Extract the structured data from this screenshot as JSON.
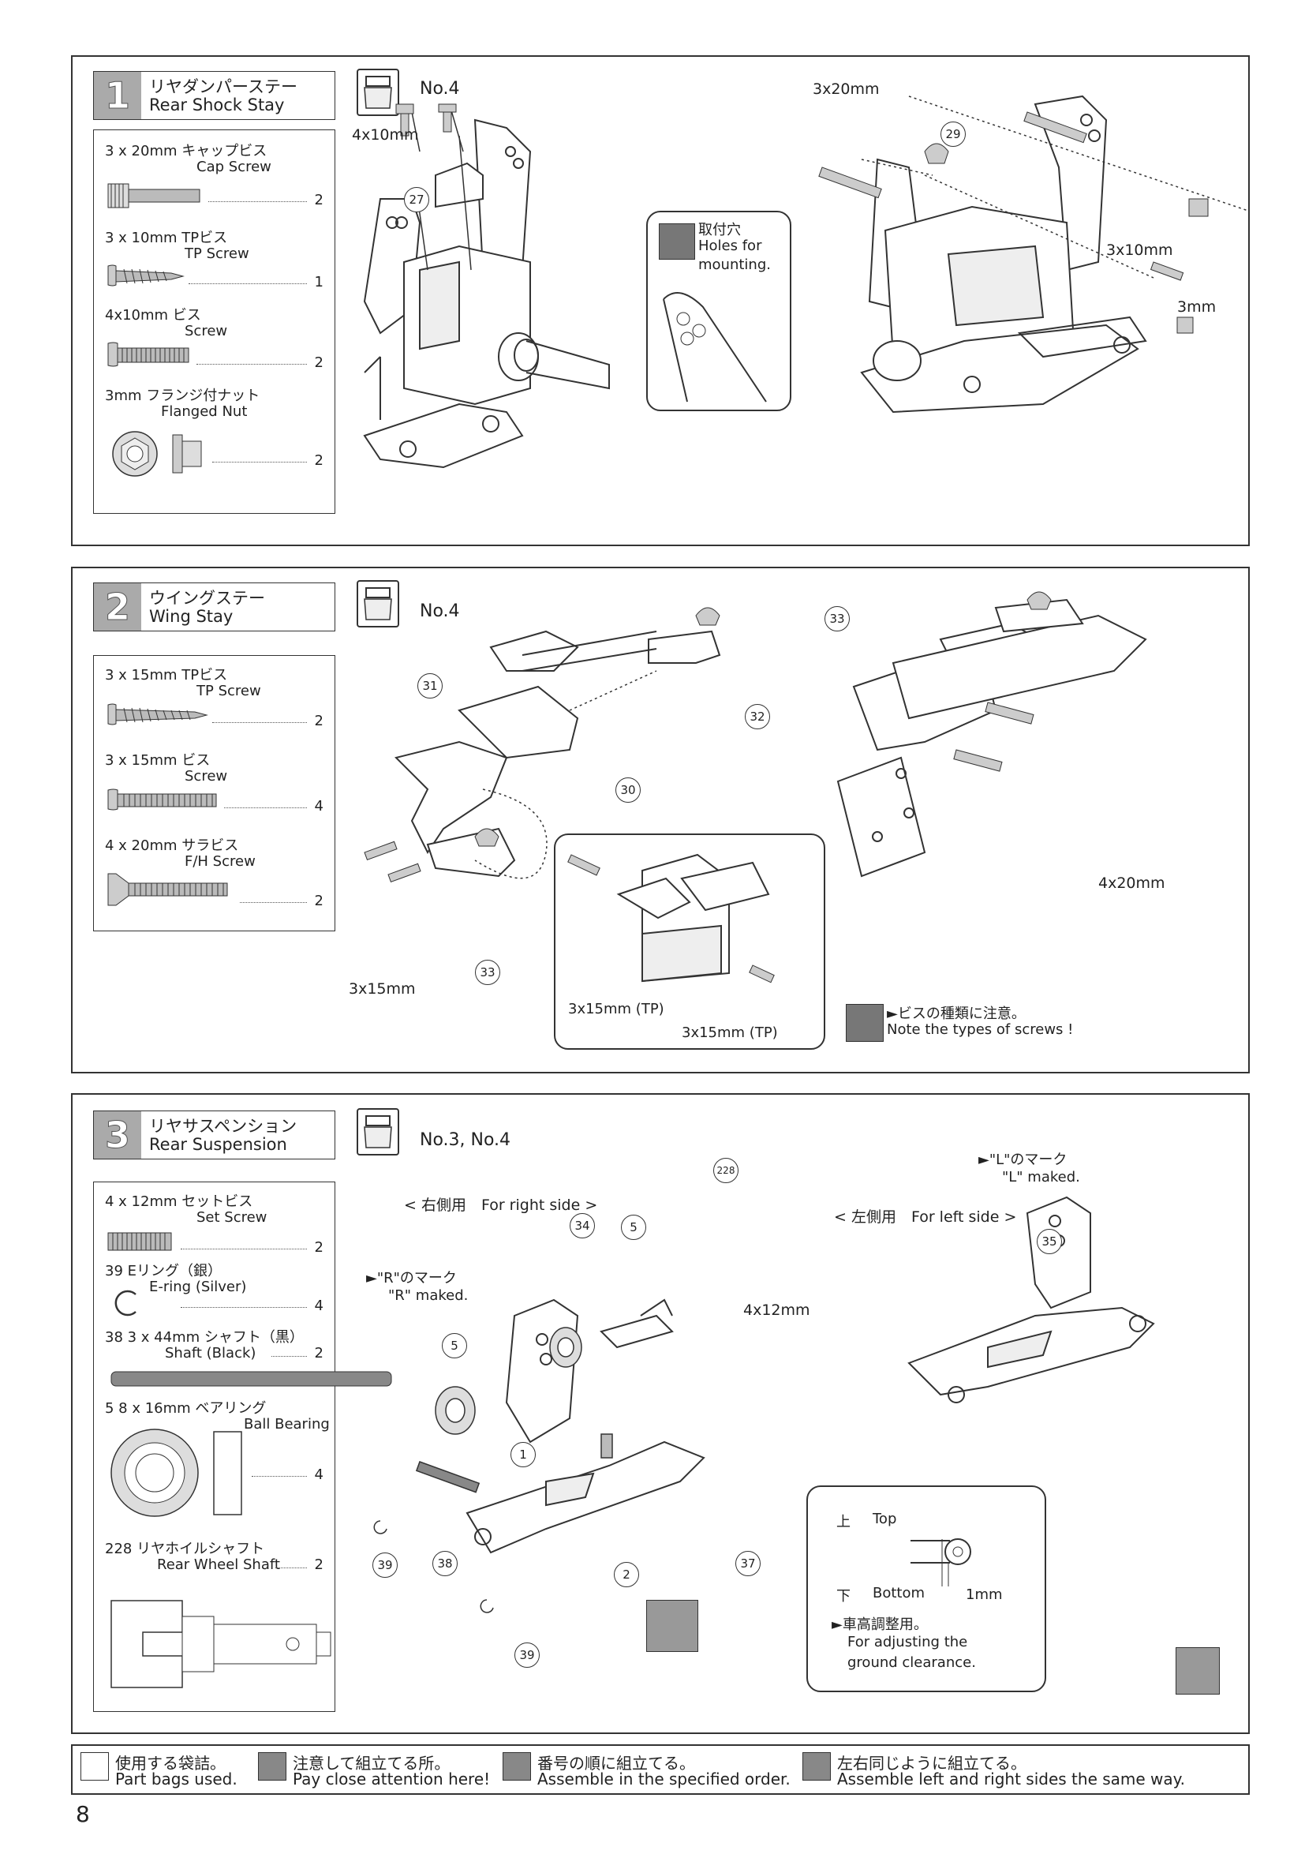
{
  "page_number": "8",
  "step1": {
    "num": "1",
    "title_jp": "リヤダンパーステー",
    "title_en": "Rear Shock Stay",
    "bag": "No.4",
    "parts": [
      {
        "jp": "3 x 20mm キャップビス",
        "en": "Cap Screw",
        "qty": "2"
      },
      {
        "jp": "3 x 10mm TPビス",
        "en": "TP Screw",
        "qty": "1"
      },
      {
        "jp": "4x10mm ビス",
        "en": "Screw",
        "qty": "2"
      },
      {
        "jp": "3mm フランジ付ナット",
        "en": "Flanged Nut",
        "qty": "2"
      }
    ],
    "labels": {
      "l4x10": "4x10mm",
      "l3x20": "3x20mm",
      "l3x10": "3x10mm",
      "l3mm": "3mm",
      "c27": "27",
      "c29": "29"
    },
    "holes_jp": "取付穴",
    "holes_en1": "Holes for",
    "holes_en2": "mounting."
  },
  "step2": {
    "num": "2",
    "title_jp": "ウイングステー",
    "title_en": "Wing Stay",
    "bag": "No.4",
    "parts": [
      {
        "jp": "3 x 15mm TPビス",
        "en": "TP Screw",
        "qty": "2"
      },
      {
        "jp": "3 x 15mm ビス",
        "en": "Screw",
        "qty": "4"
      },
      {
        "jp": "4 x 20mm サラビス",
        "en": "F/H Screw",
        "qty": "2"
      }
    ],
    "labels": {
      "c31": "31",
      "c32": "32",
      "c33a": "33",
      "c30": "30",
      "c33b": "33",
      "c33c": "33",
      "l3x15": "3x15mm",
      "l4x20": "4x20mm",
      "tp1": "3x15mm (TP)",
      "tp2": "3x15mm (TP)"
    },
    "note_jp": "►ビスの種類に注意。",
    "note_en": "Note the types of screws !"
  },
  "step3": {
    "num": "3",
    "title_jp": "リヤサスペンション",
    "title_en": "Rear Suspension",
    "bag": "No.3, No.4",
    "parts": [
      {
        "jp": "4 x 12mm セットビス",
        "en": "Set Screw",
        "qty": "2"
      },
      {
        "jp": "39 Eリング（銀）",
        "en": "E-ring (Silver)",
        "qty": "4"
      },
      {
        "jp": "38 3 x 44mm シャフト（黒）",
        "en": "Shaft (Black)",
        "qty": "2"
      },
      {
        "jp": "5 8 x 16mm ベアリング",
        "en": "Ball Bearing",
        "qty": "4"
      },
      {
        "jp": "228 リヤホイルシャフト",
        "en": "Rear Wheel Shaft",
        "qty": "2"
      }
    ],
    "right_side": "< 右側用　For right side >",
    "left_side": "< 左側用　For left side >",
    "r_mark_jp": "►\"R\"のマーク",
    "r_mark_en": "\"R\" maked.",
    "l_mark_jp": "►\"L\"のマーク",
    "l_mark_en": "\"L\" maked.",
    "labels": {
      "c228": "228",
      "c34": "34",
      "c5a": "5",
      "c5b": "5",
      "c35": "35",
      "c1": "1",
      "c2": "2",
      "c37": "37",
      "c38": "38",
      "c39a": "39",
      "c39b": "39",
      "l4x12": "4x12mm"
    },
    "detail_top_jp": "上",
    "detail_top_en": "Top",
    "detail_bottom_jp": "下",
    "detail_bottom_en": "Bottom",
    "detail_1mm": "1mm",
    "detail_note_jp": "►車高調整用。",
    "detail_note_en1": "For adjusting the",
    "detail_note_en2": "ground clearance."
  },
  "legend": [
    {
      "jp": "使用する袋詰。",
      "en": "Part bags used."
    },
    {
      "jp": "注意して組立てる所。",
      "en": "Pay close attention here!"
    },
    {
      "jp": "番号の順に組立てる。",
      "en": "Assemble in the specified order."
    },
    {
      "jp": "左右同じように組立てる。",
      "en": "Assemble left and right sides the same way."
    }
  ]
}
